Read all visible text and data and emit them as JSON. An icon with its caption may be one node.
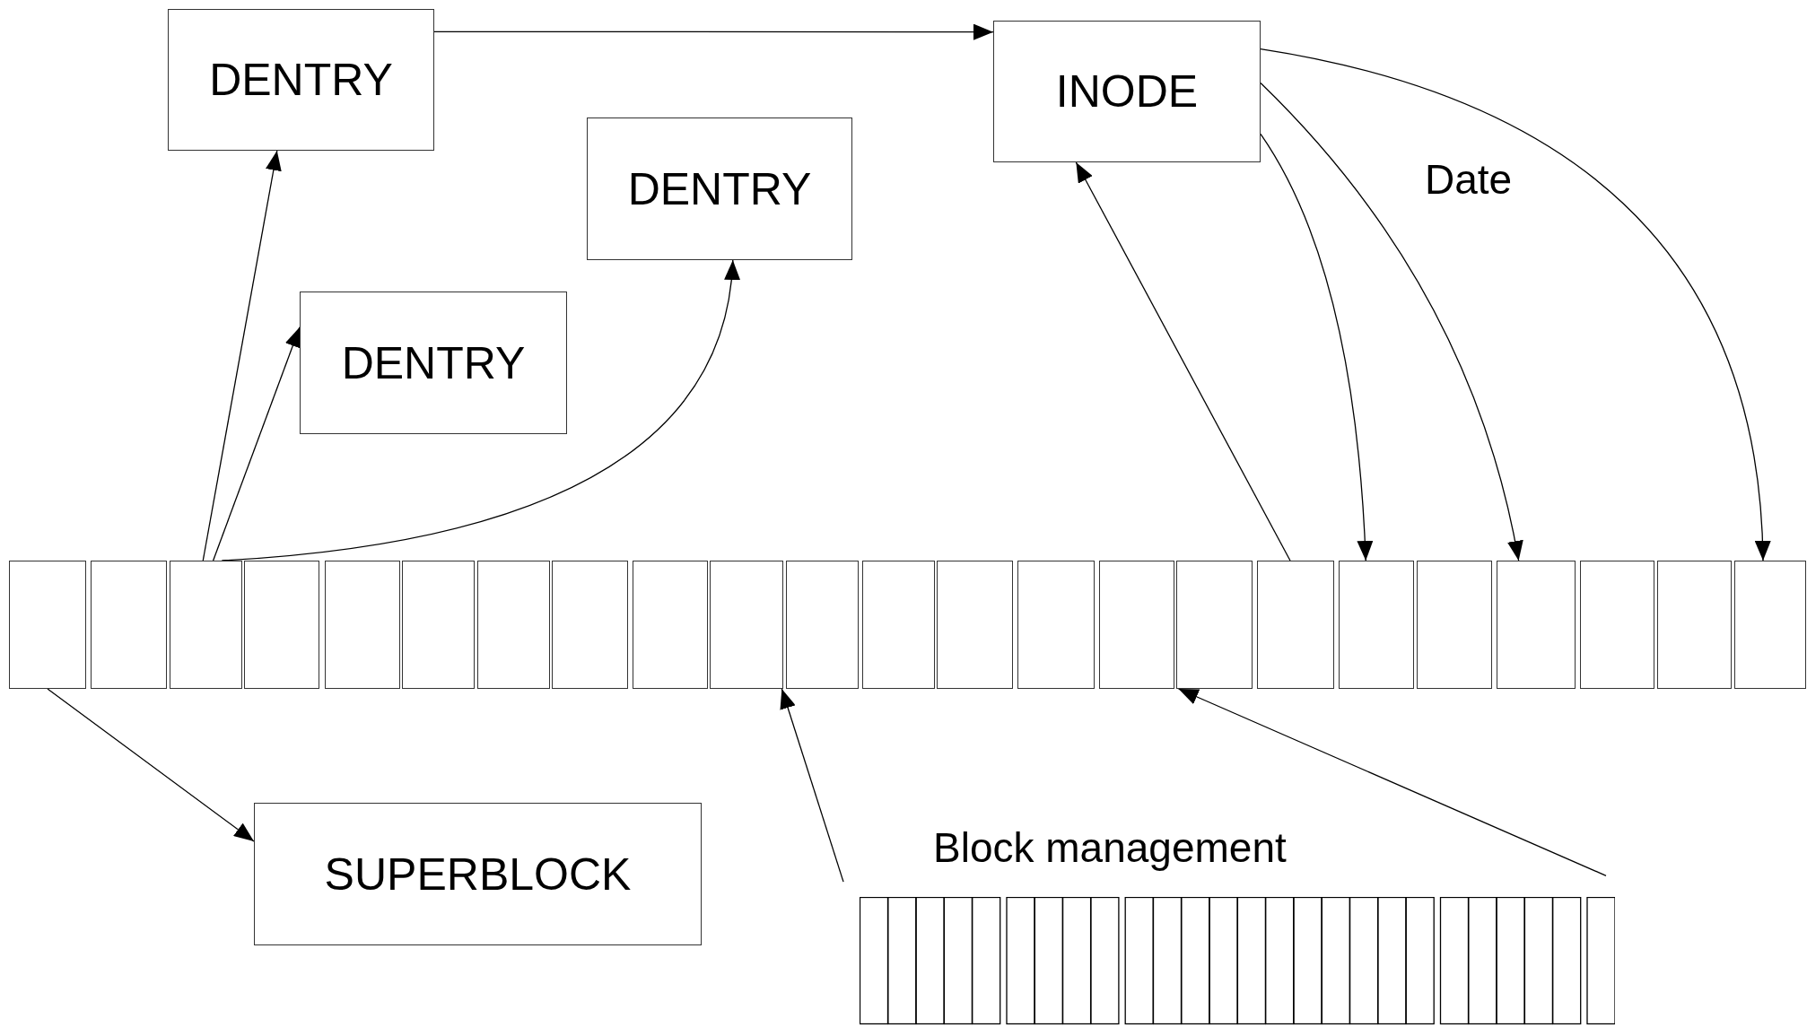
{
  "diagram": {
    "nodes": [
      {
        "text": [
          "DENTRY"
        ]
      },
      {
        "text": [
          "INODE"
        ]
      },
      {
        "text": [
          "DENTRY"
        ]
      },
      {
        "text": [
          "DENTRY"
        ]
      },
      {
        "text": [],
        "shape": "box"
      },
      {
        "text": [],
        "shape": "box"
      },
      {
        "text": [],
        "shape": "box"
      },
      {
        "text": [],
        "shape": "box"
      },
      {
        "text": [],
        "shape": "box"
      },
      {
        "text": [],
        "shape": "box"
      },
      {
        "text": [],
        "shape": "box"
      },
      {
        "text": [],
        "shape": "box"
      },
      {
        "text": [],
        "shape": "box"
      },
      {
        "text": [],
        "shape": "box"
      },
      {
        "text": [],
        "shape": "box"
      },
      {
        "text": [],
        "shape": "box"
      },
      {
        "text": [],
        "shape": "box"
      },
      {
        "text": [],
        "shape": "box"
      },
      {
        "text": [],
        "shape": "box"
      },
      {
        "text": [],
        "shape": "box"
      },
      {
        "text": [],
        "shape": "box"
      },
      {
        "text": [],
        "shape": "box"
      },
      {
        "text": [],
        "shape": "box"
      },
      {
        "text": [],
        "shape": "box"
      },
      {
        "text": [],
        "shape": "box"
      },
      {
        "text": [],
        "shape": "box"
      },
      {
        "text": [],
        "shape": "box"
      },
      {
        "text": [
          "SUPERBLOCK"
        ]
      },
      {
        "text": [
          "Block management"
        ]
      }
    ],
    "edges": [
      {
        "from": 0,
        "to": 1,
        "arrow": "to"
      },
      {
        "from": 6,
        "to": 0,
        "arrow": "to"
      },
      {
        "from": 6,
        "to": 3,
        "arrow": "to"
      },
      {
        "from": 6,
        "to": 2,
        "arrow": "to"
      },
      {
        "from": 20,
        "to": 1,
        "arrow": "to"
      },
      {
        "from": 1,
        "to": 21,
        "arrow": "to"
      },
      {
        "from": 1,
        "to": 23,
        "arrow": "to"
      },
      {
        "from": 1,
        "to": 26,
        "arrow": "to"
      },
      {
        "from": 4,
        "to": 27,
        "arrow": "to"
      },
      {
        "from": 28,
        "to": 13,
        "arrow": "to"
      },
      {
        "from": 28,
        "to": 19,
        "arrow": "to"
      }
    ],
    "labels": [
      "Date"
    ]
  }
}
